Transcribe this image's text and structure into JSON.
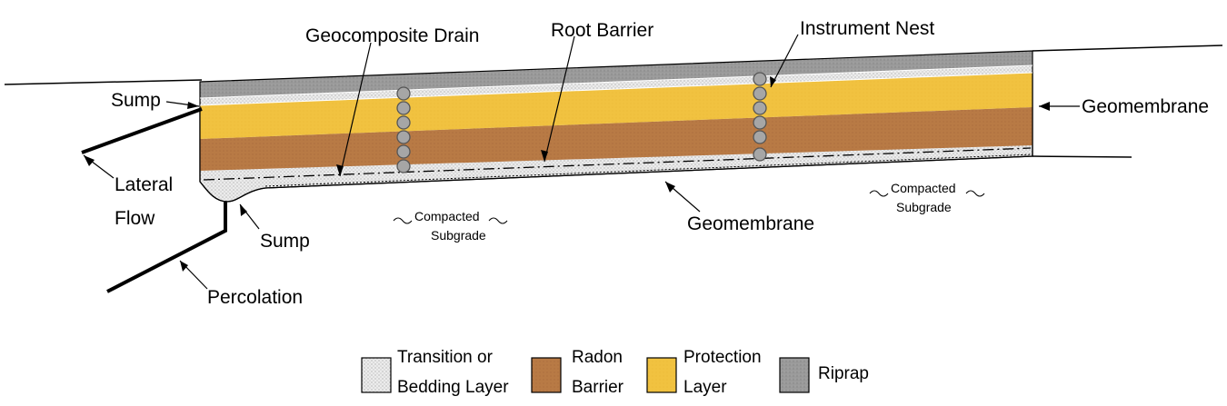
{
  "labels": {
    "geocomposite_drain": "Geocomposite Drain",
    "root_barrier": "Root Barrier",
    "instrument_nest": "Instrument Nest",
    "sump_upper": "Sump",
    "sump_lower": "Sump",
    "geomembrane_right": "Geomembrane",
    "geomembrane_bottom": "Geomembrane",
    "lateral_flow_1": "Lateral",
    "lateral_flow_2": "Flow",
    "percolation": "Percolation",
    "compacted_left_1": "Compacted",
    "compacted_left_2": "Subgrade",
    "compacted_right_1": "Compacted",
    "compacted_right_2": "Subgrade"
  },
  "legend": [
    {
      "line1": "Transition or",
      "line2": "Bedding Layer",
      "color": "#e3e3e3"
    },
    {
      "line1": "Radon",
      "line2": "Barrier",
      "color": "#b87a45"
    },
    {
      "line1": "Protection",
      "line2": "Layer",
      "color": "#f1c240"
    },
    {
      "line1": "Riprap",
      "line2": "",
      "color": "#9a9a9a"
    }
  ],
  "colors": {
    "riprap": "#9a9a9a",
    "protection": "#f1c240",
    "radon": "#b87a45",
    "transition": "#e3e3e3",
    "sensor": "#a6a6a6"
  }
}
